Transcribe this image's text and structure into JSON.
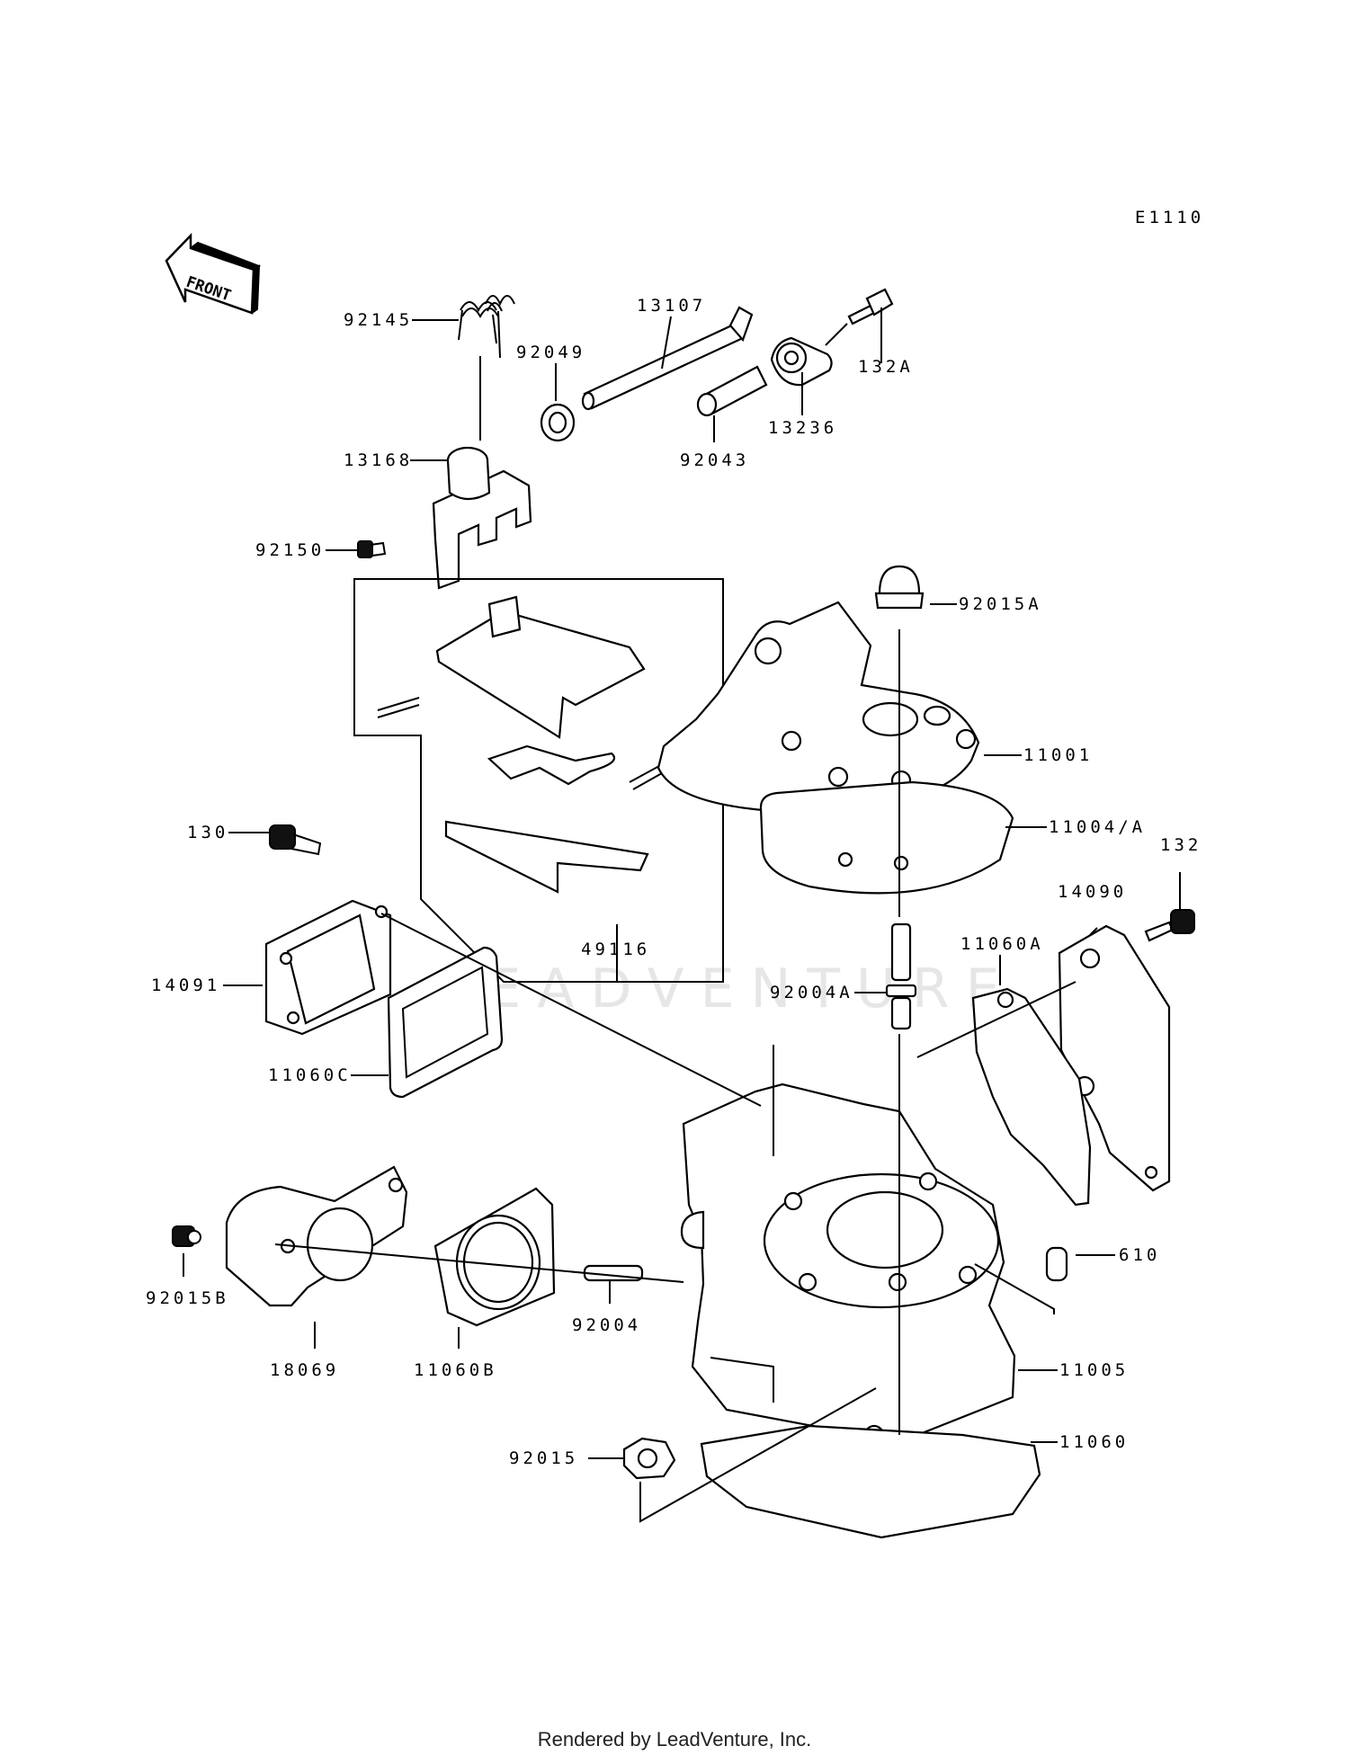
{
  "diagram_code": "E1110",
  "front_label": "FRONT",
  "watermark": "LEADVENTURE",
  "footer": "Rendered by LeadVenture, Inc.",
  "parts": [
    {
      "id": "p92145",
      "label": "92145"
    },
    {
      "id": "p13107",
      "label": "13107"
    },
    {
      "id": "p92049",
      "label": "92049"
    },
    {
      "id": "p132A",
      "label": "132A"
    },
    {
      "id": "p13236",
      "label": "13236"
    },
    {
      "id": "p92043",
      "label": "92043"
    },
    {
      "id": "p13168",
      "label": "13168"
    },
    {
      "id": "p92150",
      "label": "92150"
    },
    {
      "id": "p92015A",
      "label": "92015A"
    },
    {
      "id": "p11001",
      "label": "11001"
    },
    {
      "id": "p11004A",
      "label": "11004/A"
    },
    {
      "id": "p130",
      "label": "130"
    },
    {
      "id": "p132",
      "label": "132"
    },
    {
      "id": "p14090",
      "label": "14090"
    },
    {
      "id": "p49116",
      "label": "49116"
    },
    {
      "id": "p11060A",
      "label": "11060A"
    },
    {
      "id": "p14091",
      "label": "14091"
    },
    {
      "id": "p92004A",
      "label": "92004A"
    },
    {
      "id": "p11060C",
      "label": "11060C"
    },
    {
      "id": "p610",
      "label": "610"
    },
    {
      "id": "p92015B",
      "label": "92015B"
    },
    {
      "id": "p92004",
      "label": "92004"
    },
    {
      "id": "p18069",
      "label": "18069"
    },
    {
      "id": "p11060B",
      "label": "11060B"
    },
    {
      "id": "p11005",
      "label": "11005"
    },
    {
      "id": "p92015",
      "label": "92015"
    },
    {
      "id": "p11060",
      "label": "11060"
    }
  ]
}
